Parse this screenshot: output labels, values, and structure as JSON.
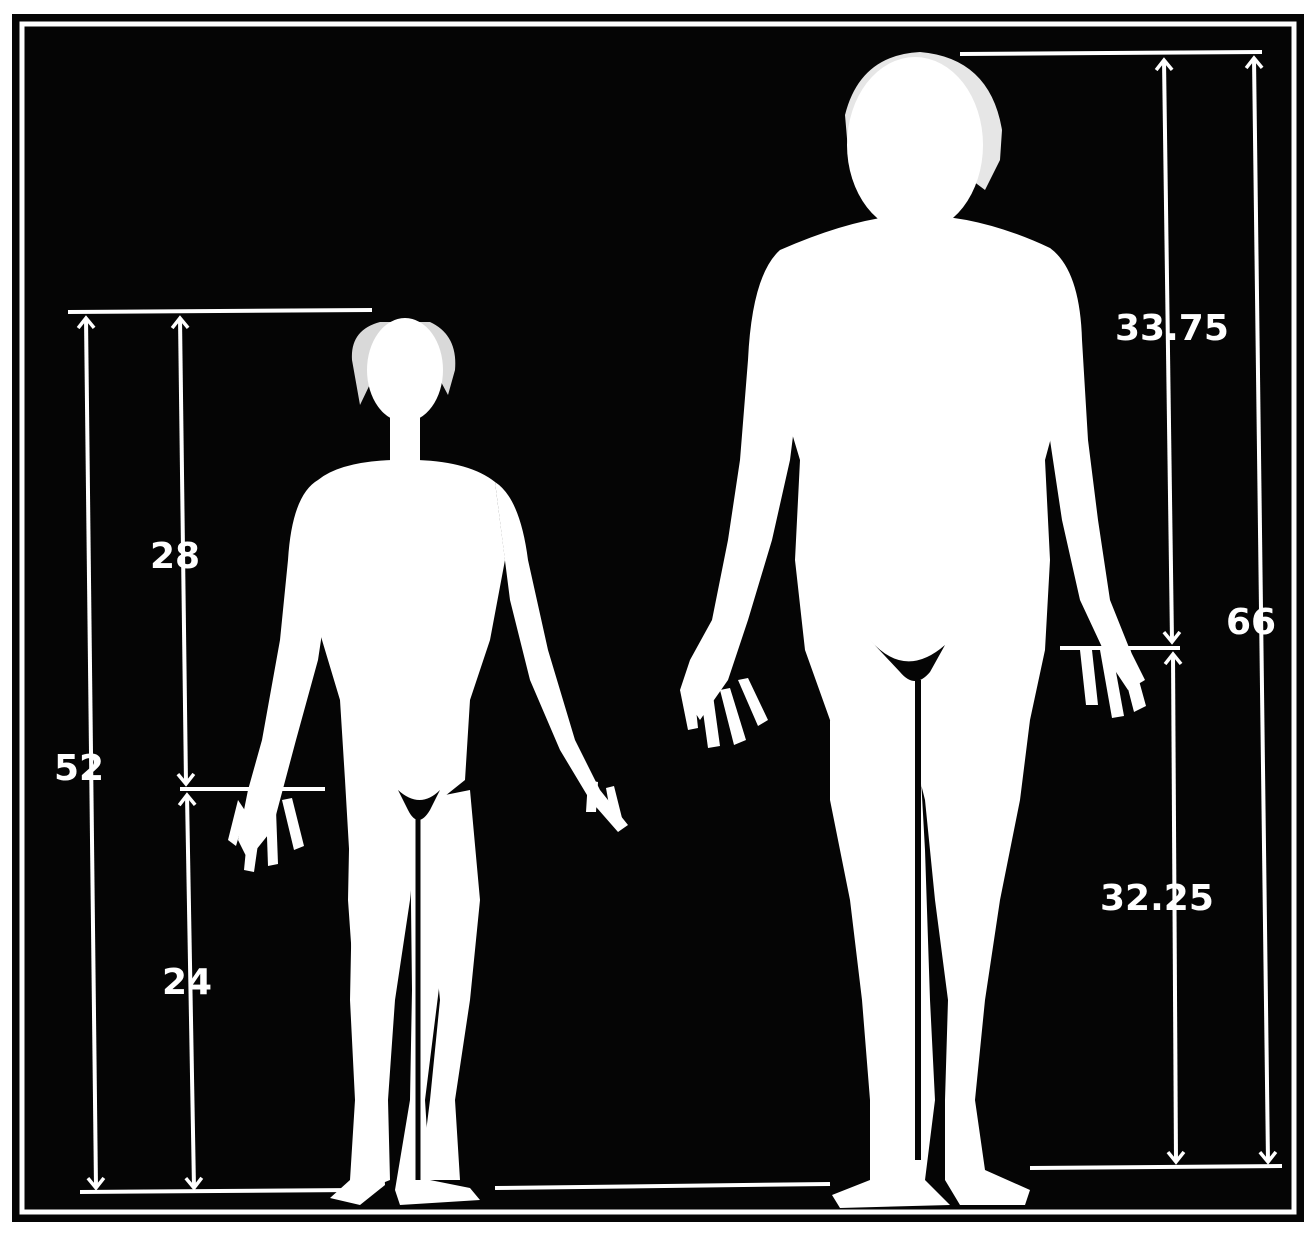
{
  "figure": {
    "colors": {
      "background": "#050505",
      "figure": "#ffffff",
      "border": "#ffffff"
    },
    "left_figure": {
      "total_label": "52",
      "upper_label": "28",
      "lower_label": "24"
    },
    "right_figure": {
      "total_label": "66",
      "upper_label": "33.75",
      "lower_label": "32.25"
    }
  }
}
